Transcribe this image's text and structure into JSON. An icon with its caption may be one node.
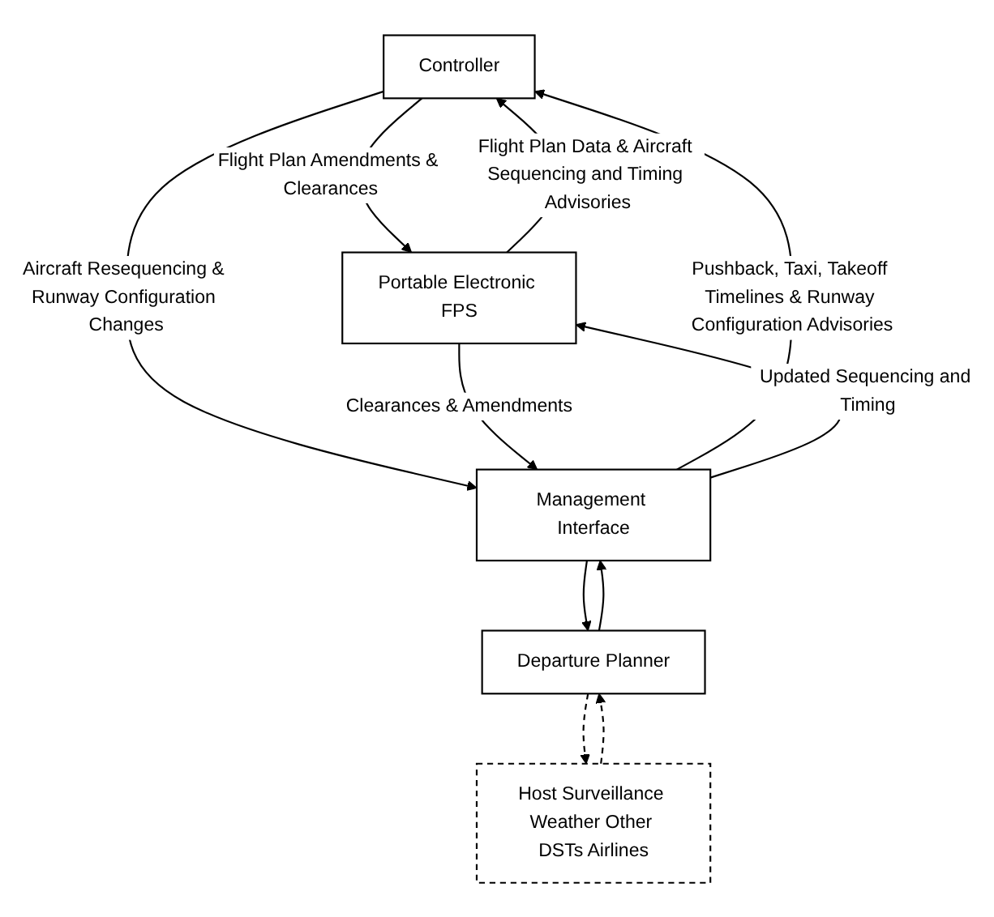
{
  "diagram": {
    "nodes": [
      {
        "text": [
          "Controller"
        ]
      },
      {
        "text": [
          "Portable Electronic FPS"
        ]
      },
      {
        "text": [
          "Management Interface"
        ]
      },
      {
        "text": [
          "Host Surveillance Weather Other DSTs Airlines"
        ]
      },
      {
        "text": [
          "Departure Planner"
        ]
      }
    ],
    "edges": [
      {
        "from": 0,
        "to": 1,
        "arrow": "to",
        "label": "Flight Plan Amendments & Clearances"
      },
      {
        "from": 1,
        "to": 0,
        "arrow": "to",
        "label": "Flight Plan Data & Aircraft Sequencing and Timing Advisories"
      },
      {
        "from": 2,
        "to": 0,
        "arrow": "to",
        "label": "Pushback, Taxi, Takeoff Timelines & Runway Configuration Advisories"
      },
      {
        "from": 0,
        "to": 2,
        "arrow": "to",
        "label": "Aircraft Resequencing & Runway Configuration Changes"
      },
      {
        "from": 1,
        "to": 2,
        "arrow": "to",
        "label": "Clearances & Amendments"
      },
      {
        "from": 2,
        "to": 1,
        "arrow": "to",
        "label": "Updated Sequencing and Timing"
      },
      {
        "from": 4,
        "to": 2,
        "arrow": "to"
      },
      {
        "from": 2,
        "to": 4,
        "arrow": "to"
      },
      {
        "from": 3,
        "to": 4,
        "arrow": "to",
        "style": "dashed"
      },
      {
        "from": 4,
        "to": 3,
        "arrow": "to",
        "style": "dashed"
      }
    ]
  }
}
